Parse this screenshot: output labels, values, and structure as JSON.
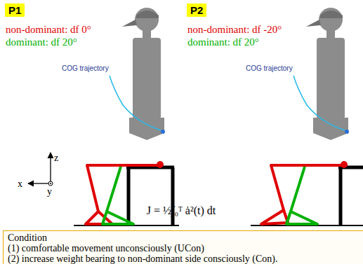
{
  "diagram": {
    "nodes": [
      {
        "text": [
          "P1"
        ]
      },
      {
        "text": [
          "P2"
        ]
      },
      {
        "text": [
          "Condition",
          "(1) comfortable movement unconsciously (UCon)",
          "(2) increase weight bearing to non-dominant side consciously (Con)."
        ]
      }
    ],
    "labels": [
      "non-dominant: df 0°",
      "dominant: df 20°",
      "COG trajectory",
      "z",
      "x",
      "y",
      "non-dominant: df -20°",
      "dominant: df 20°",
      "COG trajectory",
      "J = ½∫₀ᵀ ȧ²(t) dt"
    ]
  }
}
